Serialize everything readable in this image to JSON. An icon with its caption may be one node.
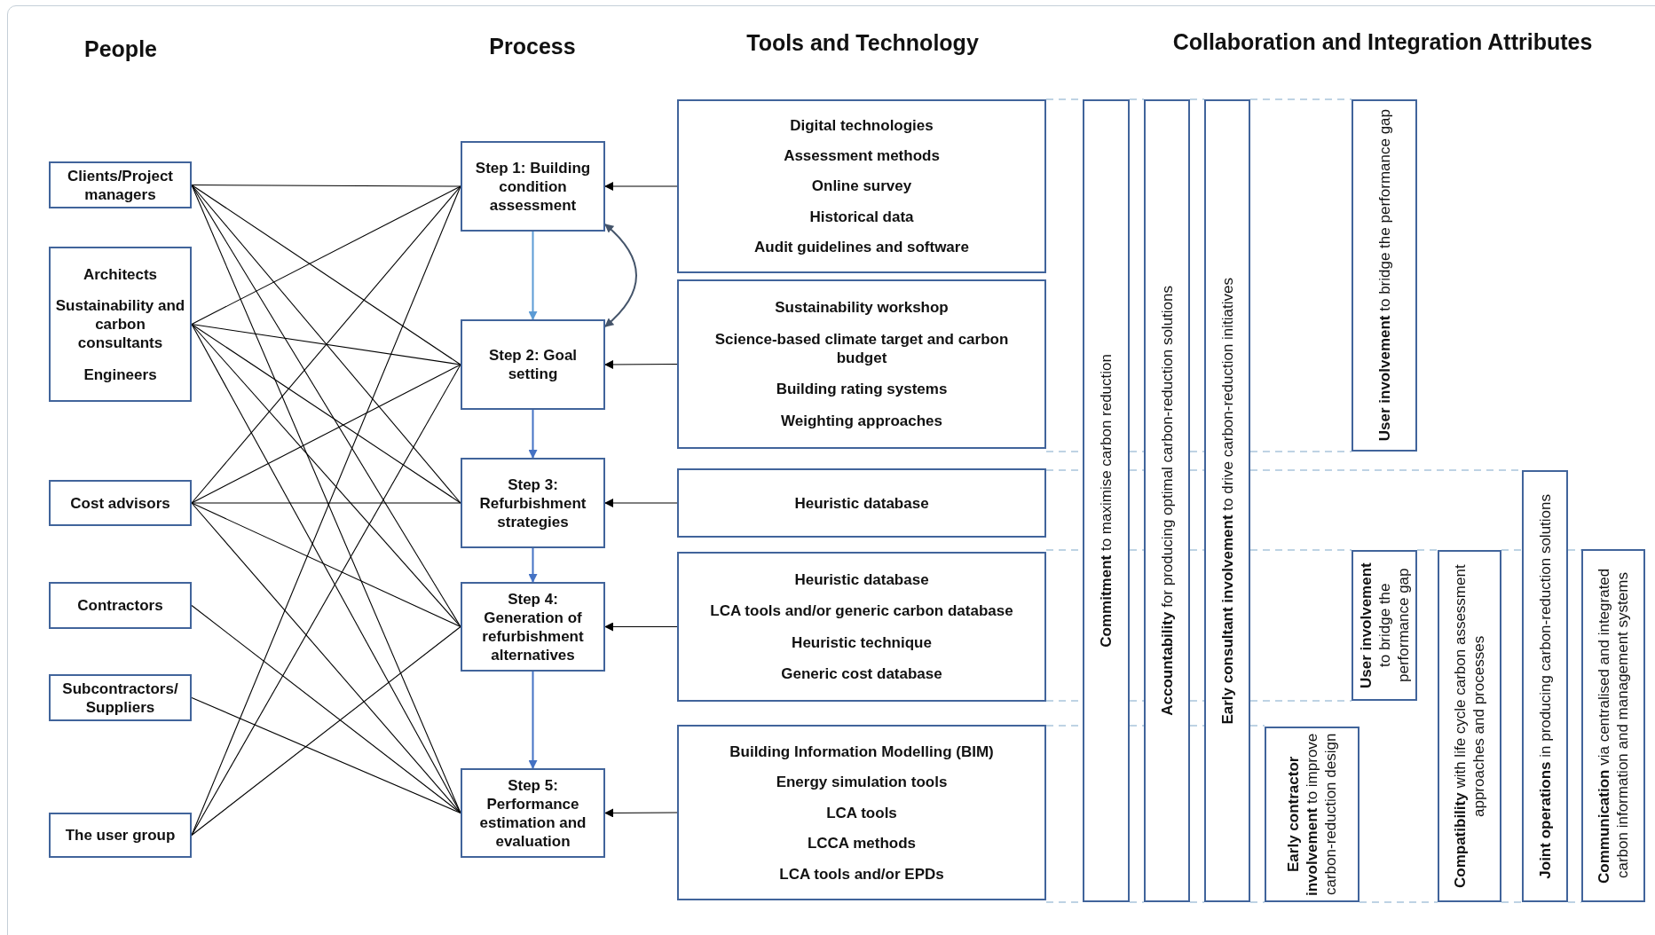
{
  "diagram": {
    "nodes": [
      {
        "text": [
          "Clients/Project managers"
        ]
      },
      {
        "text": [
          "Architects",
          "Sustainability and carbon consultants",
          "Engineers"
        ]
      },
      {
        "text": [
          "Cost advisors"
        ]
      },
      {
        "text": [
          "Contractors"
        ]
      },
      {
        "text": [
          "Subcontractors/ Suppliers"
        ]
      },
      {
        "text": [
          "The user group"
        ]
      },
      {
        "text": [
          "Step 1: Building condition assessment"
        ]
      },
      {
        "text": [
          "Step 2: Goal setting"
        ]
      },
      {
        "text": [
          "Step 3: Refurbishment strategies"
        ]
      },
      {
        "text": [
          "Step 4: Generation of refurbishment alternatives"
        ]
      },
      {
        "text": [
          "Step 5: Performance estimation and evaluation"
        ]
      },
      {
        "text": [
          "Digital technologies",
          "Assessment methods",
          "Online survey",
          "Historical data",
          "Audit guidelines and software"
        ]
      },
      {
        "text": [
          "Sustainability workshop",
          "Science-based climate target and carbon budget",
          "Building rating systems",
          "Weighting approaches"
        ]
      },
      {
        "text": [
          "Heuristic database"
        ]
      },
      {
        "text": [
          "Heuristic database",
          "LCA tools and/or generic carbon database",
          "Heuristic technique",
          "Generic cost database"
        ]
      },
      {
        "text": [
          "Building Information Modelling (BIM)",
          "Energy simulation tools",
          "LCA tools",
          "LCCA methods",
          "LCA tools and/or EPDs"
        ]
      },
      {
        "text": [
          "**Commitment** to maximise carbon reduction"
        ]
      },
      {
        "text": [
          "**Accountability** for producing optimal carbon-reduction solutions"
        ]
      },
      {
        "text": [
          "**Early consultant involvement** to drive carbon-reduction initiatives"
        ]
      },
      {
        "text": [
          "**Early contractor involvement** to improve carbon-reduction design"
        ]
      },
      {
        "text": [
          "**User involvement** to bridge the performance gap"
        ]
      },
      {
        "text": [
          "**User involvement** to bridge the performance gap"
        ]
      },
      {
        "text": [
          "**Compatibility** with life cycle carbon assessment approaches and processes"
        ]
      },
      {
        "text": [
          "**Joint operations** in producing carbon-reduction solutions"
        ]
      },
      {
        "text": [
          "**Communication** via centralised and integrated carbon information and management systems"
        ]
      }
    ],
    "edges": [
      {
        "from": 0,
        "to": 6,
        "arrow": "none",
        "color": "#000000"
      },
      {
        "from": 0,
        "to": 7,
        "arrow": "none",
        "color": "#000000"
      },
      {
        "from": 0,
        "to": 8,
        "arrow": "none",
        "color": "#000000"
      },
      {
        "from": 0,
        "to": 9,
        "arrow": "none",
        "color": "#000000"
      },
      {
        "from": 0,
        "to": 10,
        "arrow": "none",
        "color": "#000000"
      },
      {
        "from": 1,
        "to": 6,
        "arrow": "none",
        "color": "#000000"
      },
      {
        "from": 1,
        "to": 7,
        "arrow": "none",
        "color": "#000000"
      },
      {
        "from": 1,
        "to": 8,
        "arrow": "none",
        "color": "#000000"
      },
      {
        "from": 1,
        "to": 9,
        "arrow": "none",
        "color": "#000000"
      },
      {
        "from": 1,
        "to": 10,
        "arrow": "none",
        "color": "#000000"
      },
      {
        "from": 2,
        "to": 6,
        "arrow": "none",
        "color": "#000000"
      },
      {
        "from": 2,
        "to": 7,
        "arrow": "none",
        "color": "#000000"
      },
      {
        "from": 2,
        "to": 8,
        "arrow": "none",
        "color": "#000000"
      },
      {
        "from": 2,
        "to": 9,
        "arrow": "none",
        "color": "#000000"
      },
      {
        "from": 2,
        "to": 10,
        "arrow": "none",
        "color": "#000000"
      },
      {
        "from": 3,
        "to": 10,
        "arrow": "none",
        "color": "#000000"
      },
      {
        "from": 4,
        "to": 10,
        "arrow": "none",
        "color": "#000000"
      },
      {
        "from": 5,
        "to": 6,
        "arrow": "none",
        "color": "#000000"
      },
      {
        "from": 5,
        "to": 7,
        "arrow": "none",
        "color": "#000000"
      },
      {
        "from": 5,
        "to": 9,
        "arrow": "none",
        "color": "#000000"
      },
      {
        "from": 6,
        "to": 7,
        "arrow": "to",
        "color": "#5b9bd5"
      },
      {
        "from": 7,
        "to": 8,
        "arrow": "to",
        "color": "#4472c4"
      },
      {
        "from": 8,
        "to": 9,
        "arrow": "to",
        "color": "#4472c4"
      },
      {
        "from": 9,
        "to": 10,
        "arrow": "to",
        "color": "#4472c4"
      },
      {
        "from": 6,
        "to": 7,
        "arrow": "both",
        "color": "#44546a"
      },
      {
        "from": 11,
        "to": 6,
        "arrow": "to",
        "color": "#000000"
      },
      {
        "from": 12,
        "to": 7,
        "arrow": "to",
        "color": "#000000"
      },
      {
        "from": 13,
        "to": 8,
        "arrow": "to",
        "color": "#000000"
      },
      {
        "from": 14,
        "to": 9,
        "arrow": "to",
        "color": "#000000"
      },
      {
        "from": 15,
        "to": 10,
        "arrow": "to",
        "color": "#000000"
      },
      {
        "from": 11,
        "to": 16,
        "arrow": "none",
        "style": "dashed"
      },
      {
        "from": 16,
        "to": 17,
        "arrow": "none",
        "style": "dashed"
      },
      {
        "from": 17,
        "to": 18,
        "arrow": "none",
        "style": "dashed"
      },
      {
        "from": 18,
        "to": 20,
        "arrow": "none",
        "style": "dashed"
      },
      {
        "from": 12,
        "to": 16,
        "arrow": "none",
        "style": "dashed"
      },
      {
        "from": 16,
        "to": 17,
        "arrow": "none",
        "style": "dashed"
      },
      {
        "from": 17,
        "to": 18,
        "arrow": "none",
        "style": "dashed"
      },
      {
        "from": 18,
        "to": 20,
        "arrow": "none",
        "style": "dashed"
      },
      {
        "from": 13,
        "to": 16,
        "arrow": "none",
        "style": "dashed"
      },
      {
        "from": 16,
        "to": 17,
        "arrow": "none",
        "style": "dashed"
      },
      {
        "from": 17,
        "to": 18,
        "arrow": "none",
        "style": "dashed"
      },
      {
        "from": 18,
        "to": 23,
        "arrow": "none",
        "style": "dashed"
      },
      {
        "from": 14,
        "to": 16,
        "arrow": "none",
        "style": "dashed"
      },
      {
        "from": 16,
        "to": 17,
        "arrow": "none",
        "style": "dashed"
      },
      {
        "from": 17,
        "to": 18,
        "arrow": "none",
        "style": "dashed"
      },
      {
        "from": 18,
        "to": 21,
        "arrow": "none",
        "style": "dashed"
      },
      {
        "from": 21,
        "to": 22,
        "arrow": "none",
        "style": "dashed"
      },
      {
        "from": 22,
        "to": 23,
        "arrow": "none",
        "style": "dashed"
      },
      {
        "from": 23,
        "to": 24,
        "arrow": "none",
        "style": "dashed"
      },
      {
        "from": 14,
        "to": 16,
        "arrow": "none",
        "style": "dashed"
      },
      {
        "from": 16,
        "to": 17,
        "arrow": "none",
        "style": "dashed"
      },
      {
        "from": 17,
        "to": 18,
        "arrow": "none",
        "style": "dashed"
      },
      {
        "from": 18,
        "to": 21,
        "arrow": "none",
        "style": "dashed"
      },
      {
        "from": 15,
        "to": 16,
        "arrow": "none",
        "style": "dashed"
      },
      {
        "from": 16,
        "to": 17,
        "arrow": "none",
        "style": "dashed"
      },
      {
        "from": 17,
        "to": 18,
        "arrow": "none",
        "style": "dashed"
      },
      {
        "from": 18,
        "to": 19,
        "arrow": "none",
        "style": "dashed"
      },
      {
        "from": 15,
        "to": 16,
        "arrow": "none",
        "style": "dashed"
      },
      {
        "from": 16,
        "to": 17,
        "arrow": "none",
        "style": "dashed"
      },
      {
        "from": 17,
        "to": 18,
        "arrow": "none",
        "style": "dashed"
      },
      {
        "from": 18,
        "to": 19,
        "arrow": "none",
        "style": "dashed"
      },
      {
        "from": 19,
        "to": 22,
        "arrow": "none",
        "style": "dashed"
      },
      {
        "from": 22,
        "to": 23,
        "arrow": "none",
        "style": "dashed"
      },
      {
        "from": 23,
        "to": 24,
        "arrow": "none",
        "style": "dashed"
      }
    ],
    "labels": [
      "People",
      "Process",
      "Tools and Technology",
      "Collaboration and Integration Attributes"
    ]
  }
}
